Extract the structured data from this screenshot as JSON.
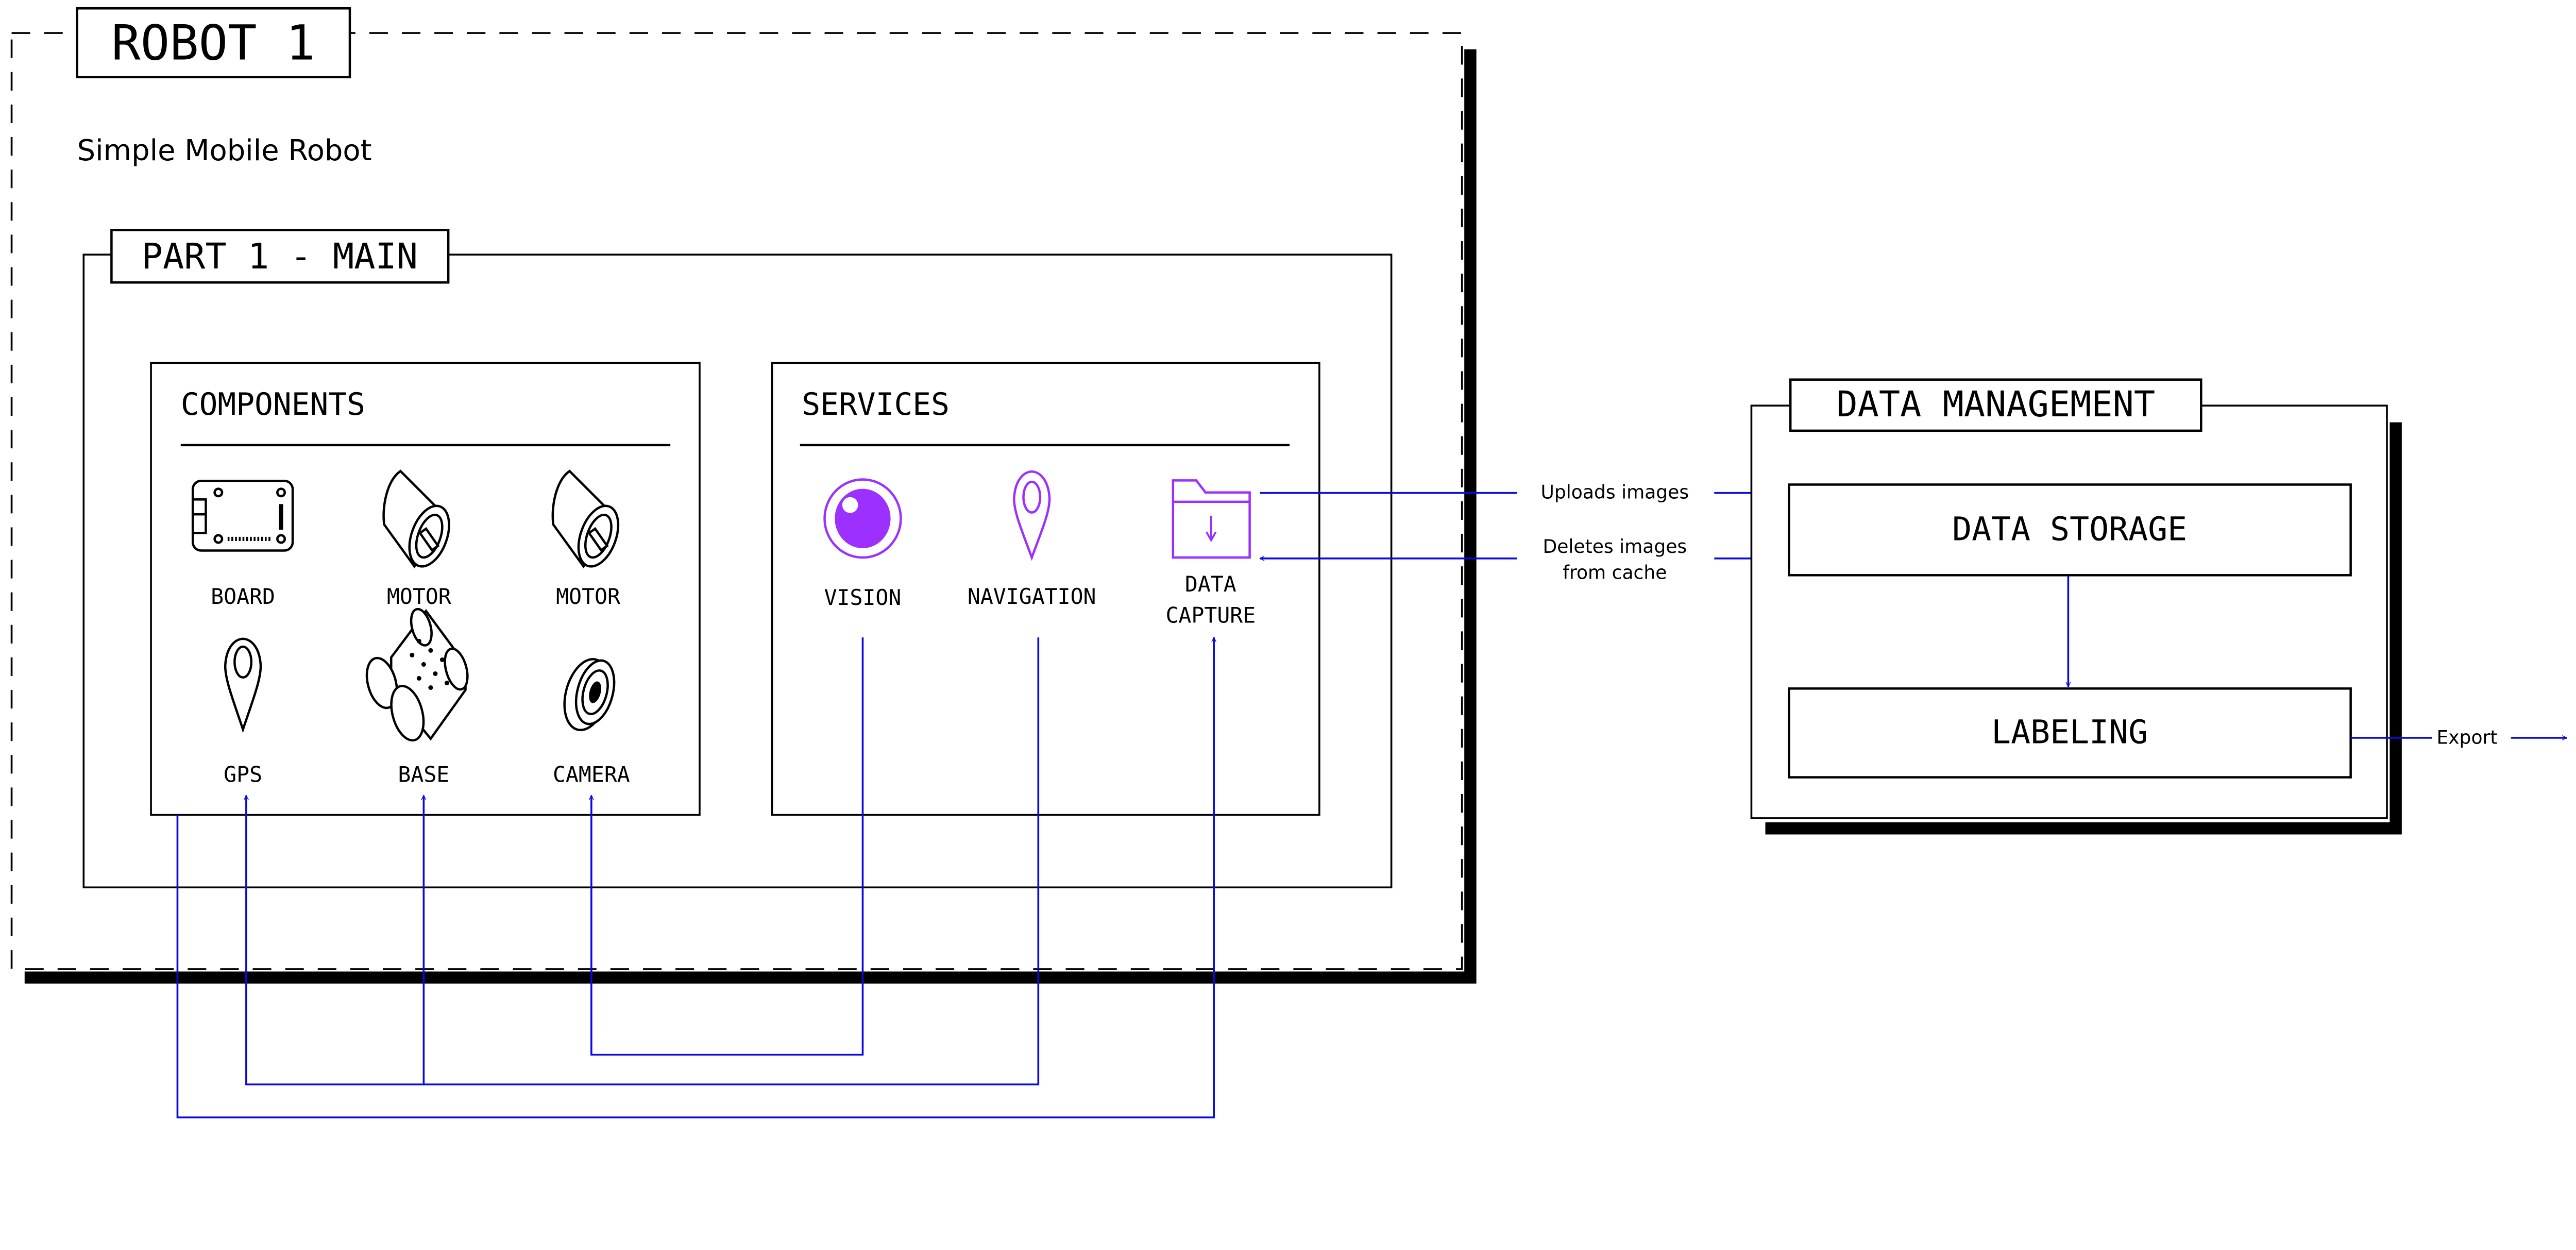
{
  "robot": {
    "title": "ROBOT 1",
    "subtitle": "Simple Mobile Robot"
  },
  "part": {
    "title": "PART 1 - MAIN"
  },
  "components": {
    "title": "COMPONENTS",
    "items": [
      {
        "label": "BOARD",
        "icon": "board-icon"
      },
      {
        "label": "MOTOR",
        "icon": "motor-icon"
      },
      {
        "label": "MOTOR",
        "icon": "motor-icon"
      },
      {
        "label": "GPS",
        "icon": "map-pin-icon"
      },
      {
        "label": "BASE",
        "icon": "base-icon"
      },
      {
        "label": "CAMERA",
        "icon": "camera-icon"
      }
    ]
  },
  "services": {
    "title": "SERVICES",
    "items": [
      {
        "label": "VISION",
        "icon": "eye-icon"
      },
      {
        "label": "NAVIGATION",
        "icon": "map-pin-icon"
      },
      {
        "label_line1": "DATA",
        "label_line2": "CAPTURE",
        "icon": "folder-download-icon"
      }
    ]
  },
  "flows": {
    "uploads": "Uploads images",
    "deletes_line1": "Deletes images",
    "deletes_line2": "from cache",
    "export": "Export"
  },
  "data_management": {
    "title": "DATA MANAGEMENT",
    "storage": "DATA STORAGE",
    "labeling": "LABELING"
  },
  "colors": {
    "connector": "#0a0adc",
    "service_accent": "#9b30ff",
    "line": "#000000"
  }
}
